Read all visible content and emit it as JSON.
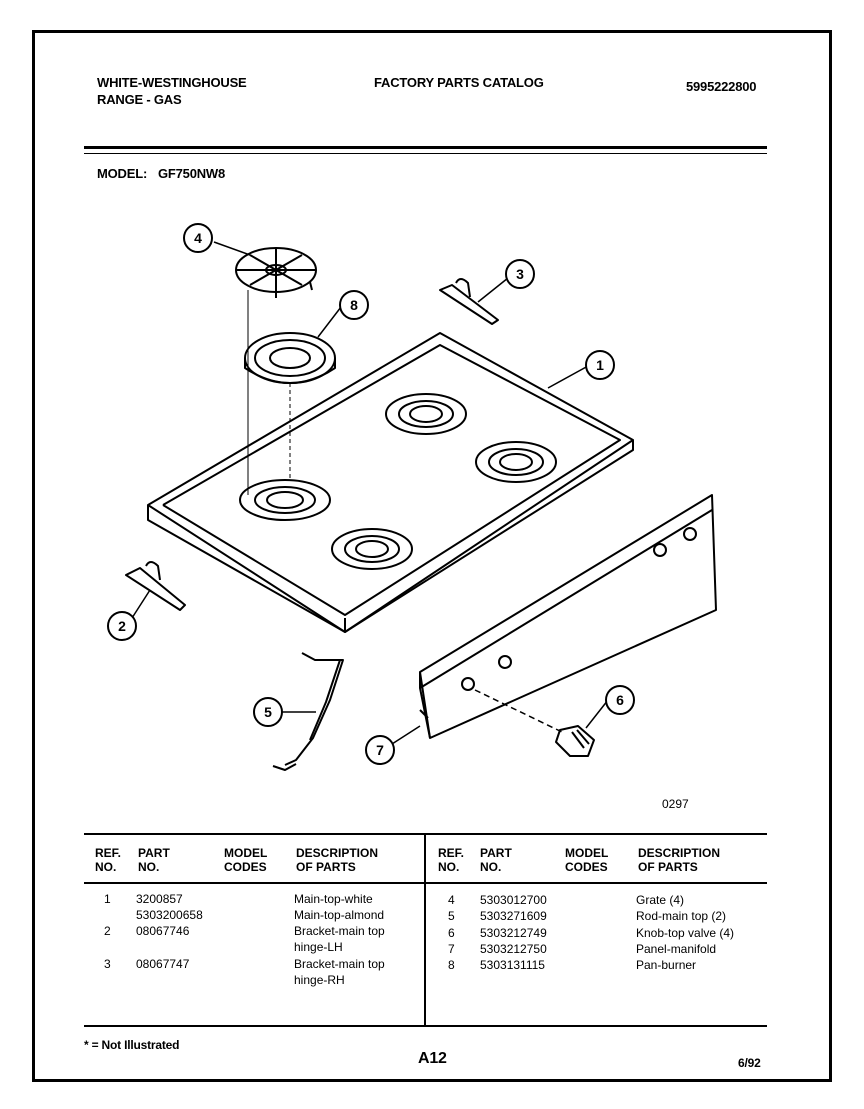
{
  "header": {
    "brand": "WHITE-WESTINGHOUSE",
    "product": "RANGE - GAS",
    "catalog_title": "FACTORY PARTS CATALOG",
    "catalog_number": "5995222800",
    "model_label": "MODEL:",
    "model": "GF750NW8"
  },
  "diagram": {
    "callouts": [
      "1",
      "2",
      "3",
      "4",
      "5",
      "6",
      "7",
      "8"
    ],
    "drawing_code": "0297"
  },
  "table": {
    "headers_left": {
      "ref": [
        "REF.",
        "NO."
      ],
      "part": [
        "PART",
        "NO."
      ],
      "model": [
        "MODEL",
        "CODES"
      ],
      "desc": [
        "DESCRIPTION",
        "OF PARTS"
      ]
    },
    "headers_right": {
      "ref": [
        "REF.",
        "NO."
      ],
      "part": [
        "PART",
        "NO."
      ],
      "model": [
        "MODEL",
        "CODES"
      ],
      "desc": [
        "DESCRIPTION",
        "OF PARTS"
      ]
    },
    "left_rows": [
      {
        "ref": "1",
        "part": "3200857",
        "desc": "Main-top-white"
      },
      {
        "ref": "",
        "part": "5303200658",
        "desc": "Main-top-almond"
      },
      {
        "ref": "2",
        "part": "08067746",
        "desc": "Bracket-main top"
      },
      {
        "ref": "",
        "part": "",
        "desc": "hinge-LH"
      },
      {
        "ref": "3",
        "part": "08067747",
        "desc": "Bracket-main top"
      },
      {
        "ref": "",
        "part": "",
        "desc": "hinge-RH"
      }
    ],
    "right_rows": [
      {
        "ref": "4",
        "part": "5303012700",
        "desc": "Grate (4)"
      },
      {
        "ref": "5",
        "part": "5303271609",
        "desc": "Rod-main top (2)"
      },
      {
        "ref": "6",
        "part": "5303212749",
        "desc": "Knob-top valve (4)"
      },
      {
        "ref": "7",
        "part": "5303212750",
        "desc": "Panel-manifold"
      },
      {
        "ref": "8",
        "part": "5303131115",
        "desc": "Pan-burner"
      }
    ]
  },
  "footer": {
    "note": "* = Not Illustrated",
    "page": "A12",
    "date": "6/92"
  }
}
